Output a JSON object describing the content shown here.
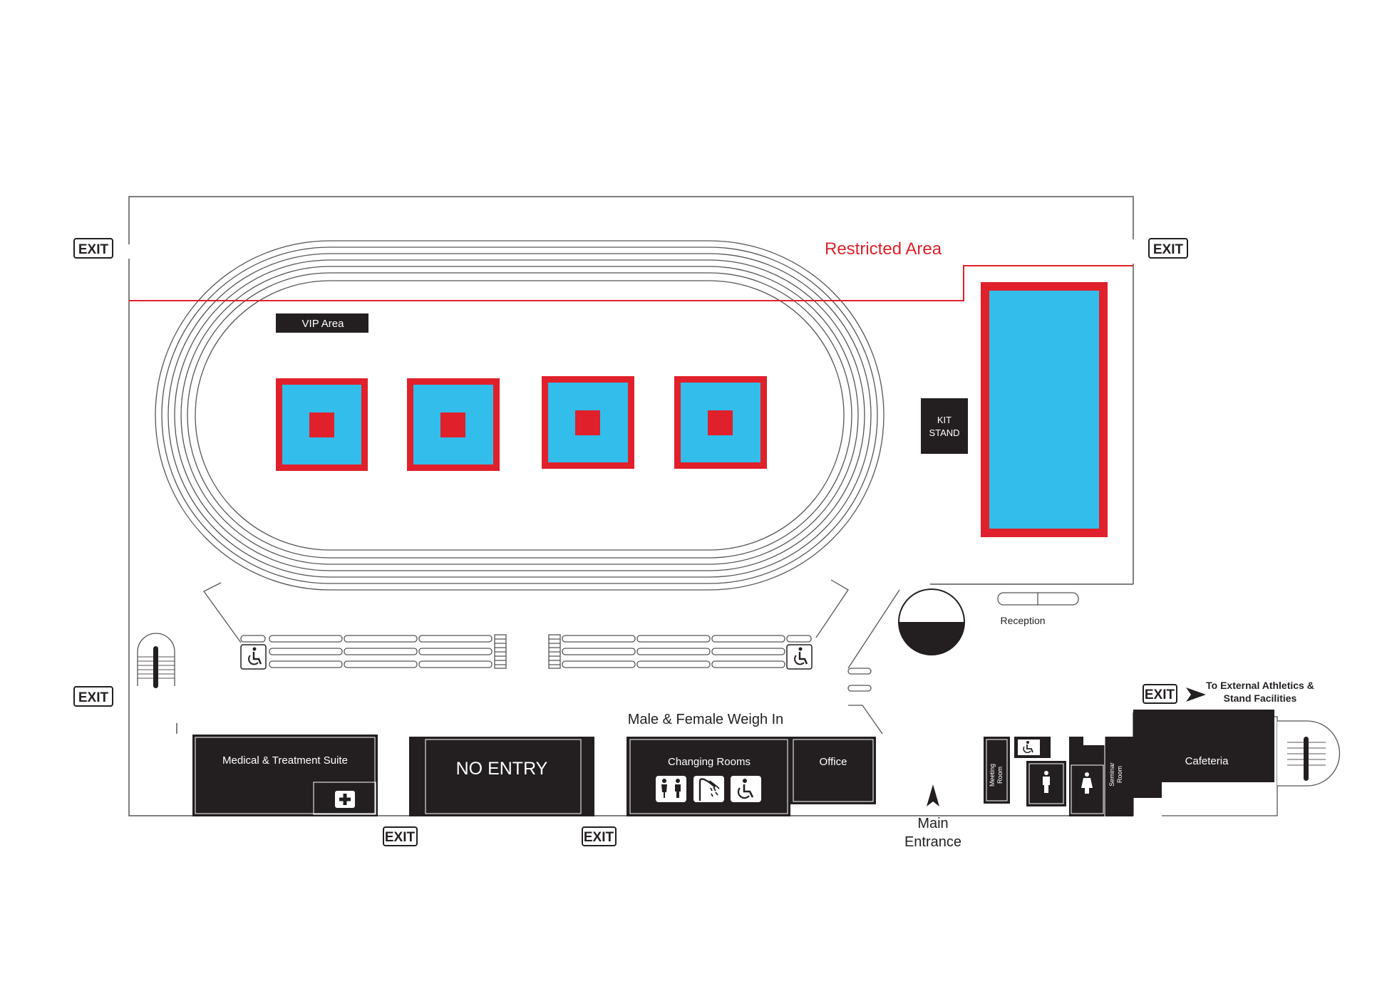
{
  "colors": {
    "restricted_red": "#e0202a",
    "mat_blue": "#33bdea",
    "room_dark": "#231f20",
    "line_gray": "#555555"
  },
  "labels": {
    "restricted_area": "Restricted Area",
    "vip_area": "VIP Area",
    "kit_stand_line1": "KIT",
    "kit_stand_line2": "STAND",
    "reception": "Reception",
    "weigh_in": "Male & Female Weigh In",
    "medical": "Medical & Treatment Suite",
    "no_entry": "NO ENTRY",
    "changing_rooms": "Changing Rooms",
    "office": "Office",
    "main_entrance_line1": "Main",
    "main_entrance_line2": "Entrance",
    "meeting_room_line1": "Meeting",
    "meeting_room_line2": "Room",
    "seminar_room_line1": "Seminar",
    "seminar_room_line2": "Room",
    "cafeteria": "Cafeteria",
    "external_line1": "To External Athletics &",
    "external_line2": "Stand Facilities"
  },
  "exits": [
    "EXIT",
    "EXIT",
    "EXIT",
    "EXIT",
    "EXIT",
    "EXIT"
  ],
  "icons": {
    "first_aid": "first-aid-cross-icon",
    "wheelchair": "wheelchair-icon",
    "toilets": "toilets-icon",
    "shower": "shower-icon",
    "male": "male-toilet-icon",
    "female": "female-toilet-icon",
    "stairs": "stairs-icon",
    "direction": "arrow-right-icon",
    "entrance": "arrow-up-icon"
  }
}
